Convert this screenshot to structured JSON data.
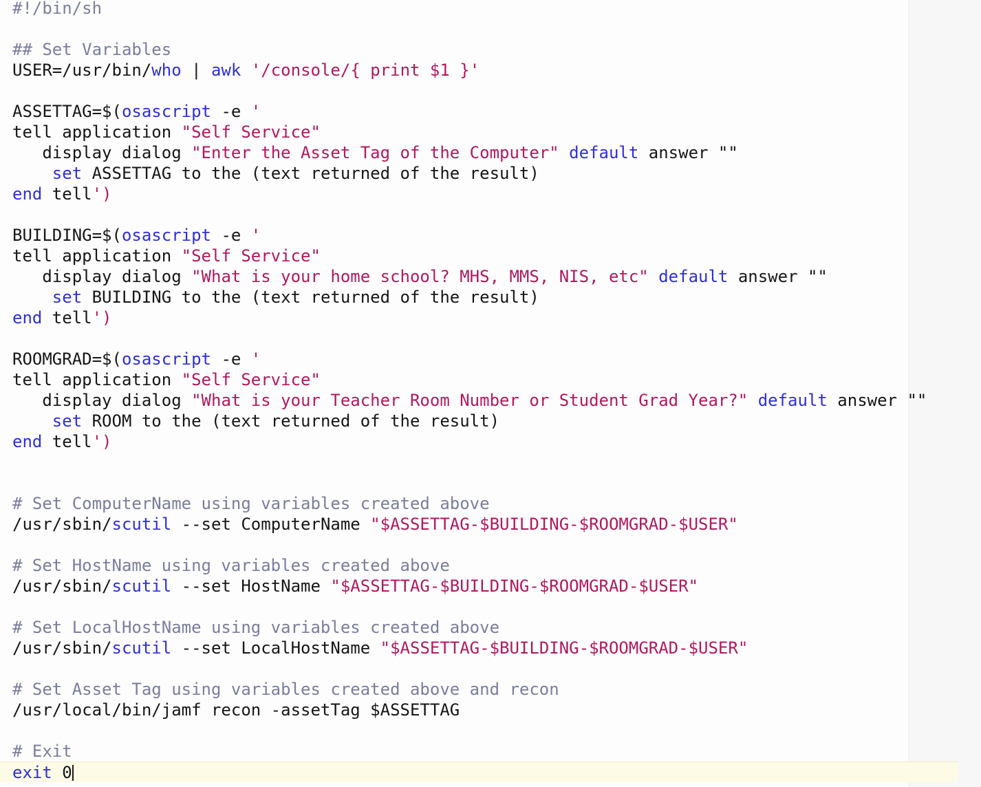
{
  "theme": {
    "comment_color": "#7b7d9c",
    "keyword_color": "#2f2fd6",
    "string_color": "#b0195e",
    "plain_color": "#161616"
  },
  "cursor": {
    "line": 38,
    "column": 7
  },
  "lines": [
    {
      "segs": [
        [
          "cm",
          "#!/bin/sh"
        ]
      ]
    },
    {
      "segs": []
    },
    {
      "segs": [
        [
          "cm",
          "## Set Variables"
        ]
      ]
    },
    {
      "segs": [
        [
          "pl",
          "USER=/usr/bin/"
        ],
        [
          "kw",
          "who"
        ],
        [
          "pl",
          " | "
        ],
        [
          "kw",
          "awk"
        ],
        [
          "pl",
          " "
        ],
        [
          "str",
          "'/console/{ print $1 }'"
        ]
      ]
    },
    {
      "segs": []
    },
    {
      "segs": [
        [
          "pl",
          "ASSETTAG=$("
        ],
        [
          "kw",
          "osascript"
        ],
        [
          "pl",
          " -e "
        ],
        [
          "str",
          "'"
        ]
      ]
    },
    {
      "segs": [
        [
          "pl",
          "tell application "
        ],
        [
          "str",
          "\"Self Service\""
        ]
      ]
    },
    {
      "segs": [
        [
          "pl",
          "   display dialog "
        ],
        [
          "str",
          "\"Enter the Asset Tag of the Computer\""
        ],
        [
          "pl",
          " "
        ],
        [
          "kw",
          "default"
        ],
        [
          "pl",
          " answer \"\""
        ]
      ]
    },
    {
      "segs": [
        [
          "pl",
          "    "
        ],
        [
          "kw",
          "set"
        ],
        [
          "pl",
          " ASSETTAG to the (text returned of the result)"
        ]
      ]
    },
    {
      "segs": [
        [
          "kw",
          "end"
        ],
        [
          "pl",
          " tell"
        ],
        [
          "str",
          "')"
        ]
      ]
    },
    {
      "segs": []
    },
    {
      "segs": [
        [
          "pl",
          "BUILDING=$("
        ],
        [
          "kw",
          "osascript"
        ],
        [
          "pl",
          " -e "
        ],
        [
          "str",
          "'"
        ]
      ]
    },
    {
      "segs": [
        [
          "pl",
          "tell application "
        ],
        [
          "str",
          "\"Self Service\""
        ]
      ]
    },
    {
      "segs": [
        [
          "pl",
          "   display dialog "
        ],
        [
          "str",
          "\"What is your home school? MHS, MMS, NIS, etc\""
        ],
        [
          "pl",
          " "
        ],
        [
          "kw",
          "default"
        ],
        [
          "pl",
          " answer \"\""
        ]
      ]
    },
    {
      "segs": [
        [
          "pl",
          "    "
        ],
        [
          "kw",
          "set"
        ],
        [
          "pl",
          " BUILDING to the (text returned of the result)"
        ]
      ]
    },
    {
      "segs": [
        [
          "kw",
          "end"
        ],
        [
          "pl",
          " tell"
        ],
        [
          "str",
          "')"
        ]
      ]
    },
    {
      "segs": []
    },
    {
      "segs": [
        [
          "pl",
          "ROOMGRAD=$("
        ],
        [
          "kw",
          "osascript"
        ],
        [
          "pl",
          " -e "
        ],
        [
          "str",
          "'"
        ]
      ]
    },
    {
      "segs": [
        [
          "pl",
          "tell application "
        ],
        [
          "str",
          "\"Self Service\""
        ]
      ]
    },
    {
      "segs": [
        [
          "pl",
          "   display dialog "
        ],
        [
          "str",
          "\"What is your Teacher Room Number or Student Grad Year?\""
        ],
        [
          "pl",
          " "
        ],
        [
          "kw",
          "default"
        ],
        [
          "pl",
          " answer \"\""
        ]
      ]
    },
    {
      "segs": [
        [
          "pl",
          "    "
        ],
        [
          "kw",
          "set"
        ],
        [
          "pl",
          " ROOM to the (text returned of the result)"
        ]
      ]
    },
    {
      "segs": [
        [
          "kw",
          "end"
        ],
        [
          "pl",
          " tell"
        ],
        [
          "str",
          "')"
        ]
      ]
    },
    {
      "segs": []
    },
    {
      "segs": []
    },
    {
      "segs": [
        [
          "cm",
          "# Set ComputerName using variables created above"
        ]
      ]
    },
    {
      "segs": [
        [
          "pl",
          "/usr/sbin/"
        ],
        [
          "kw",
          "scutil"
        ],
        [
          "pl",
          " --set ComputerName "
        ],
        [
          "str",
          "\"$ASSETTAG-$BUILDING-$ROOMGRAD-$USER\""
        ]
      ]
    },
    {
      "segs": []
    },
    {
      "segs": [
        [
          "cm",
          "# Set HostName using variables created above"
        ]
      ]
    },
    {
      "segs": [
        [
          "pl",
          "/usr/sbin/"
        ],
        [
          "kw",
          "scutil"
        ],
        [
          "pl",
          " --set HostName "
        ],
        [
          "str",
          "\"$ASSETTAG-$BUILDING-$ROOMGRAD-$USER\""
        ]
      ]
    },
    {
      "segs": []
    },
    {
      "segs": [
        [
          "cm",
          "# Set LocalHostName using variables created above"
        ]
      ]
    },
    {
      "segs": [
        [
          "pl",
          "/usr/sbin/"
        ],
        [
          "kw",
          "scutil"
        ],
        [
          "pl",
          " --set LocalHostName "
        ],
        [
          "str",
          "\"$ASSETTAG-$BUILDING-$ROOMGRAD-$USER\""
        ]
      ]
    },
    {
      "segs": []
    },
    {
      "segs": [
        [
          "cm",
          "# Set Asset Tag using variables created above and recon"
        ]
      ]
    },
    {
      "segs": [
        [
          "pl",
          "/usr/local/bin/jamf recon -assetTag $ASSETTAG"
        ]
      ]
    },
    {
      "segs": []
    },
    {
      "segs": [
        [
          "cm",
          "# Exit"
        ]
      ]
    },
    {
      "segs": [
        [
          "kw",
          "exit"
        ],
        [
          "pl",
          " 0"
        ]
      ]
    }
  ]
}
